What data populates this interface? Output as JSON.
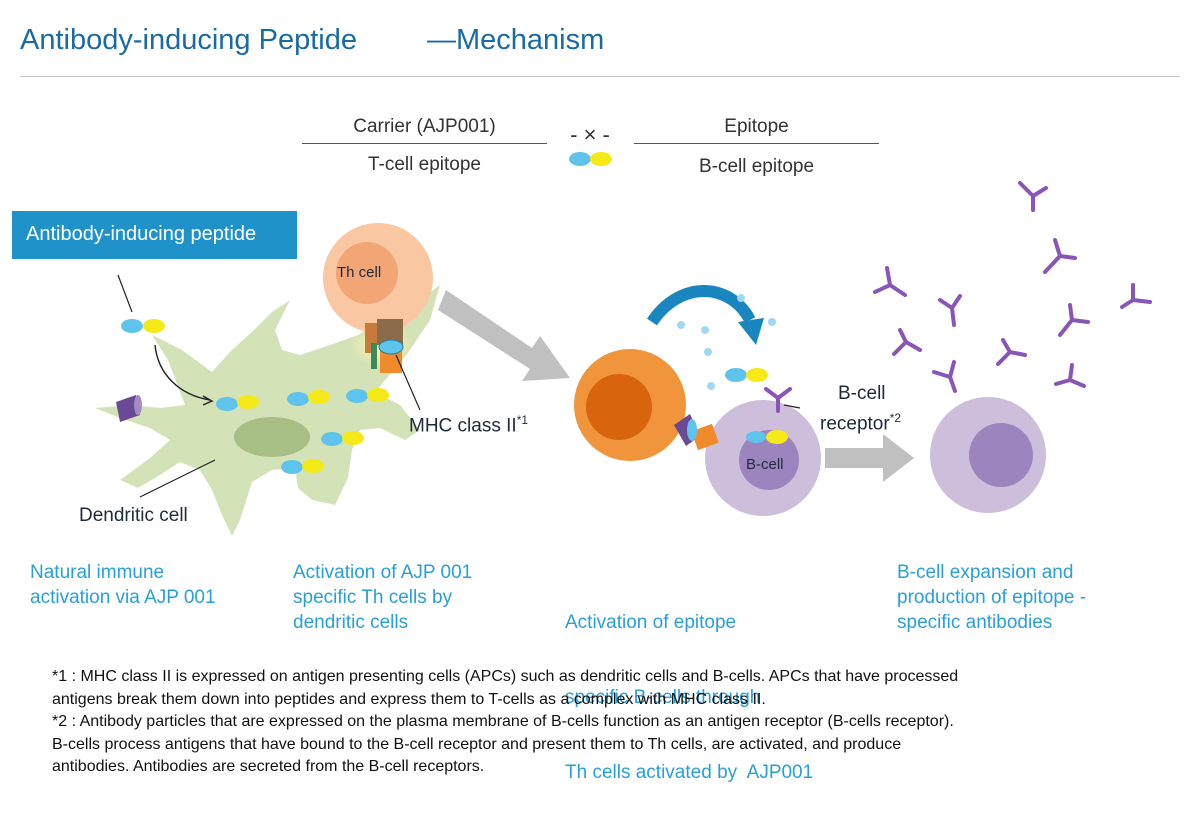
{
  "title": {
    "main": "Antibody-inducing Peptide",
    "sub": "—Mechanism"
  },
  "legend": {
    "carrier": "Carrier (AJP001)",
    "t_cell_epitope": "T-cell epitope",
    "connector": "- × -",
    "epitope": "Epitope",
    "b_cell_epitope": "B-cell epitope"
  },
  "labels": {
    "antibody_inducing_peptide": "Antibody-inducing peptide",
    "th_cell": "Th cell",
    "mhc_class_ii": "MHC class II",
    "mhc_note": "*1",
    "dendritic_cell": "Dendritic cell",
    "b_cell": "B-cell",
    "b_cell_receptor_line1": "B-cell",
    "b_cell_receptor_line2": "receptor",
    "receptor_note": "*2"
  },
  "captions": [
    {
      "line1": "Natural immune",
      "line2": "activation via AJP 001",
      "line3": ""
    },
    {
      "line1": "Activation of AJP 001",
      "line2": "specific Th cells by",
      "line3": "dendritic cells"
    },
    {
      "line1": "Activation of epitope",
      "line2": "specific B-cells through",
      "line3": "Th cells activated by  AJP001"
    },
    {
      "line1": "B-cell expansion and",
      "line2": "production of epitope -",
      "line3": "specific antibodies"
    }
  ],
  "footnotes": [
    "*1 : MHC class II is expressed on antigen presenting cells (APCs) such as dendritic cells and B-cells. APCs that have processed",
    "antigens break them down into peptides and express them to T-cells as a complex with MHC class II.",
    "*2 : Antibody particles that are expressed on the plasma membrane of B-cells function as an antigen receptor (B-cells receptor).",
    "B-cells process antigens that have bound to the B-cell receptor and present them to Th cells, are activated, and produce",
    "antibodies. Antibodies are secreted from the B-cell receptors."
  ],
  "colors": {
    "title": "#1a6aa3",
    "caption": "#2a9fd6",
    "label_box": "#1f93c9",
    "dendritic_cell": "#d4e2b8",
    "th_cell": "#f9c8a2",
    "activated_cell": "#f0953c",
    "b_cell": "#cdbedb",
    "antibody": "#8a55b8",
    "carrier_dot": "#5ec4ec",
    "epitope_dot": "#f5ea17",
    "arrow": "#c0c0c0"
  }
}
